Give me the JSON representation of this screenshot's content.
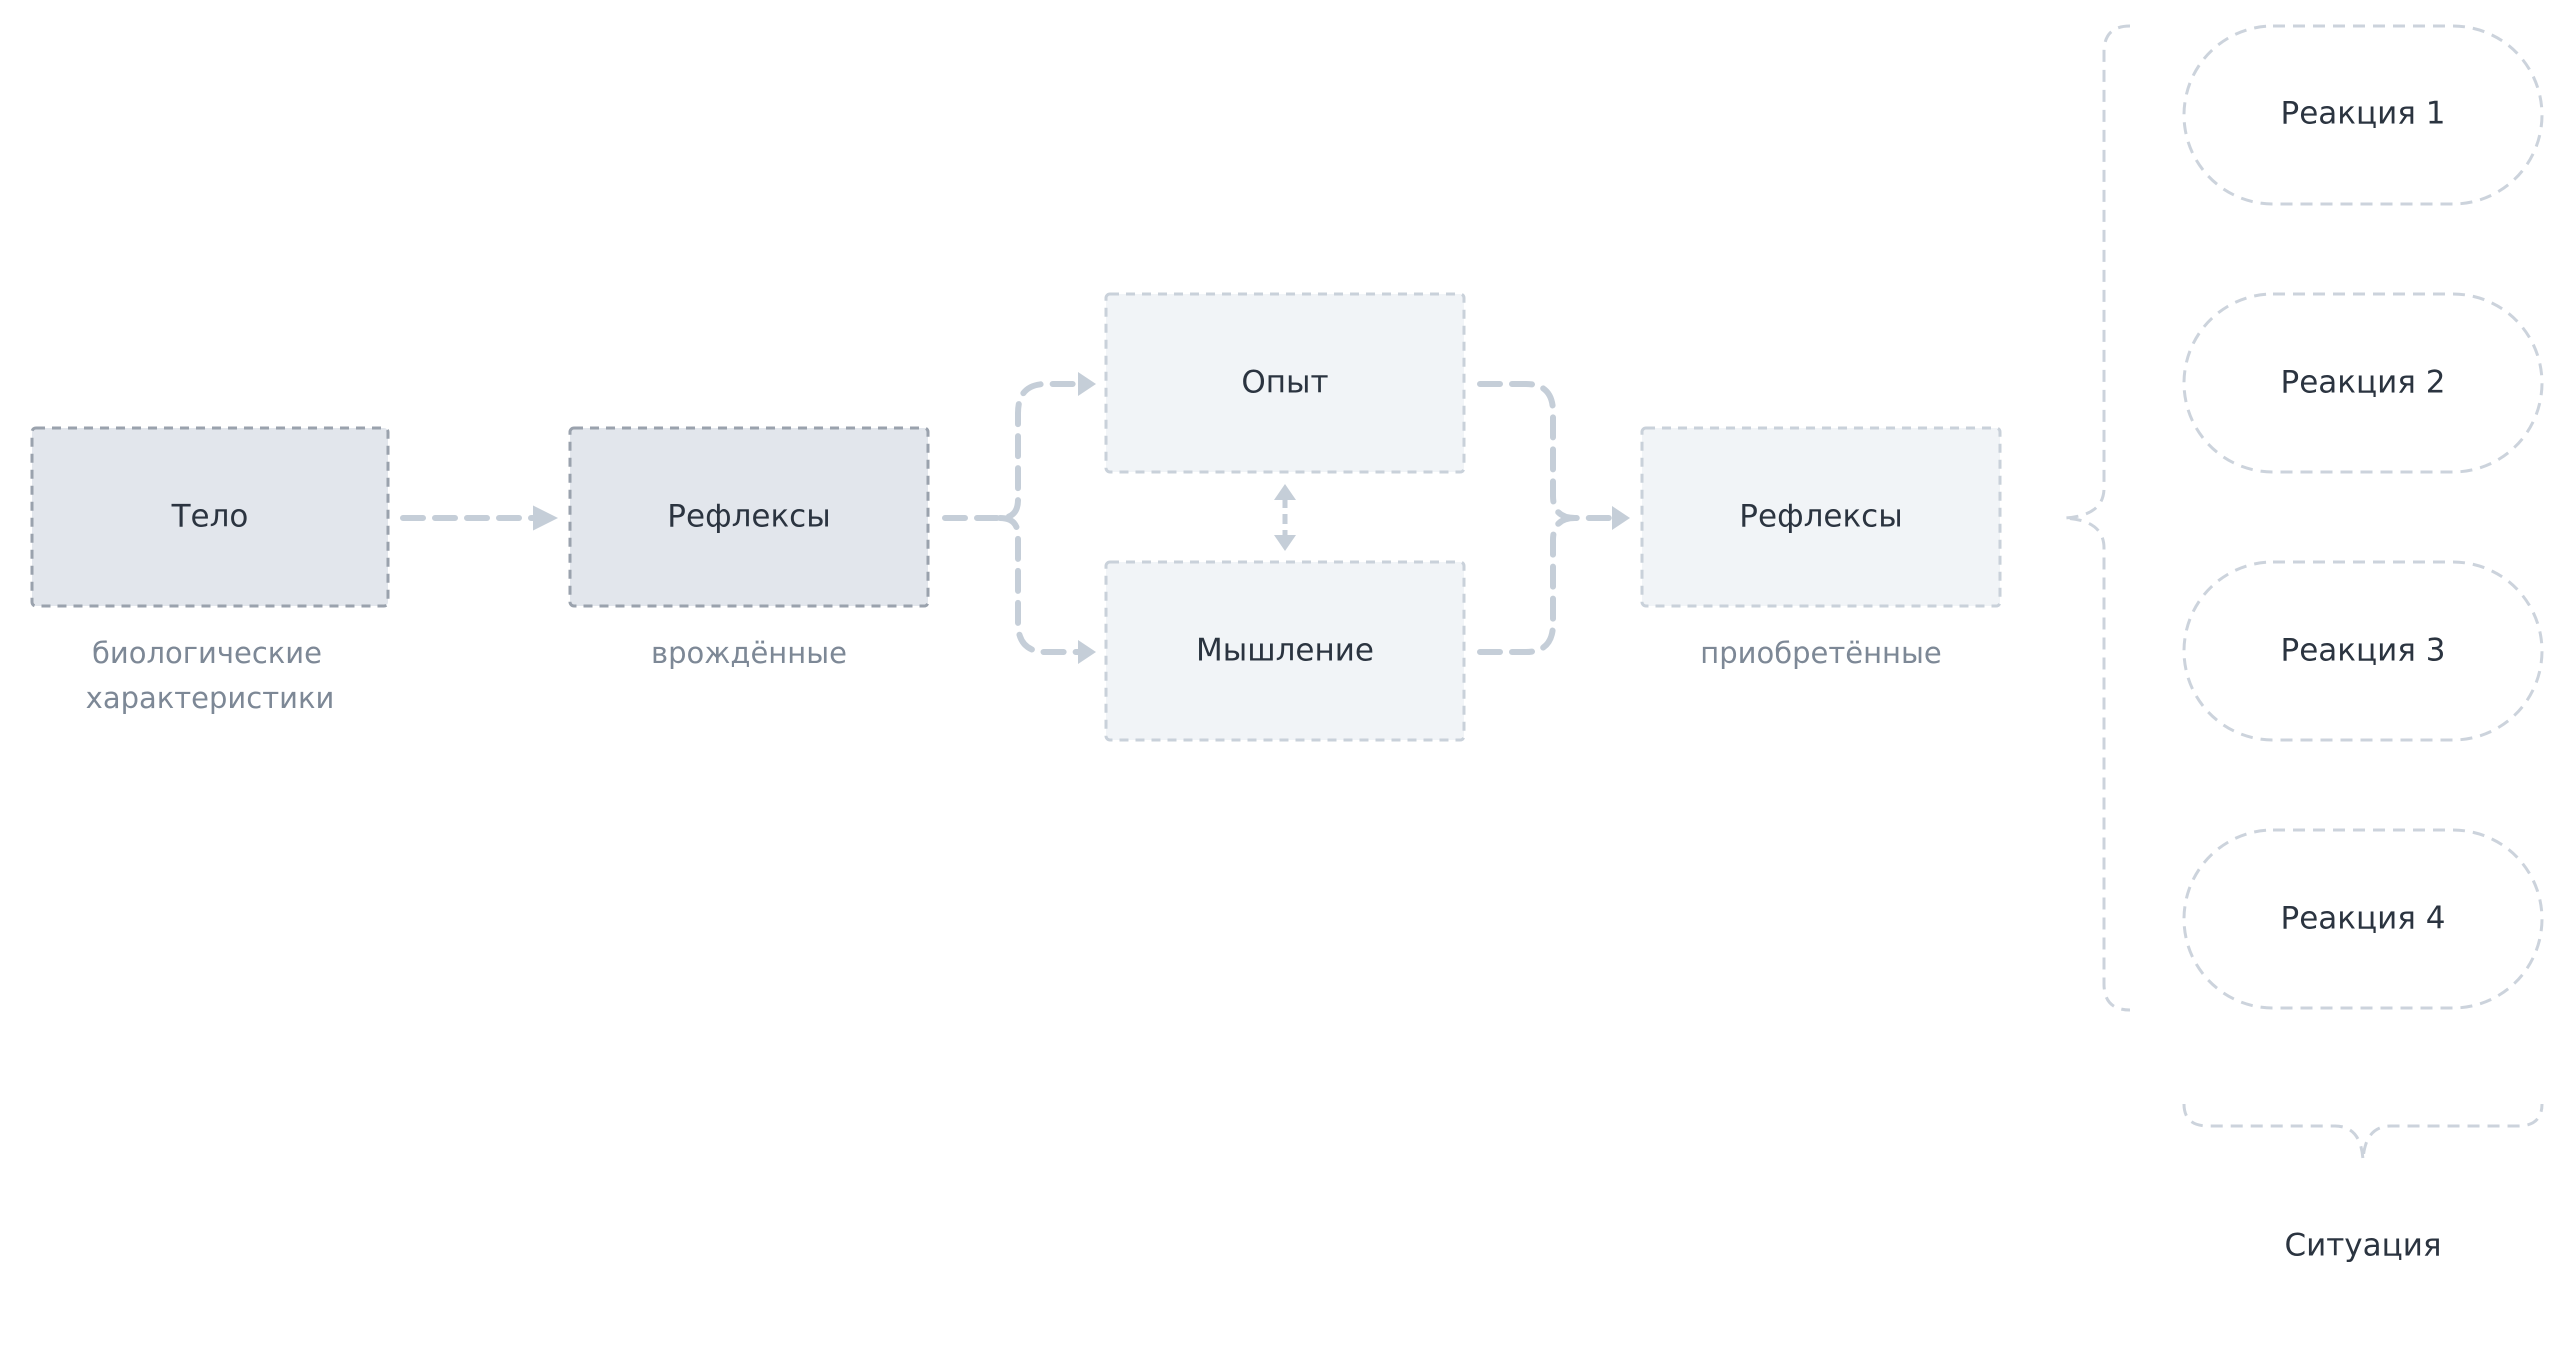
{
  "nodes": {
    "body": "Тело",
    "reflexes_innate": "Рефлексы",
    "experience": "Опыт",
    "thinking": "Мышление",
    "reflexes_acquired": "Рефлексы"
  },
  "captions": {
    "body_line1": "биологические",
    "body_line2": "характеристики",
    "innate": "врождённые",
    "acquired": "приобретённые"
  },
  "reactions": [
    "Реакция 1",
    "Реакция 2",
    "Реакция 3",
    "Реакция 4"
  ],
  "situation": "Ситуация",
  "colors": {
    "dark_box_fill": "#e2e6ec",
    "dark_box_stroke": "#9aa2ad",
    "light_box_fill": "#f1f4f7",
    "light_box_stroke": "#c9d1da",
    "connector": "#c5ced8",
    "text": "#2b3440",
    "caption": "#7d8896"
  }
}
